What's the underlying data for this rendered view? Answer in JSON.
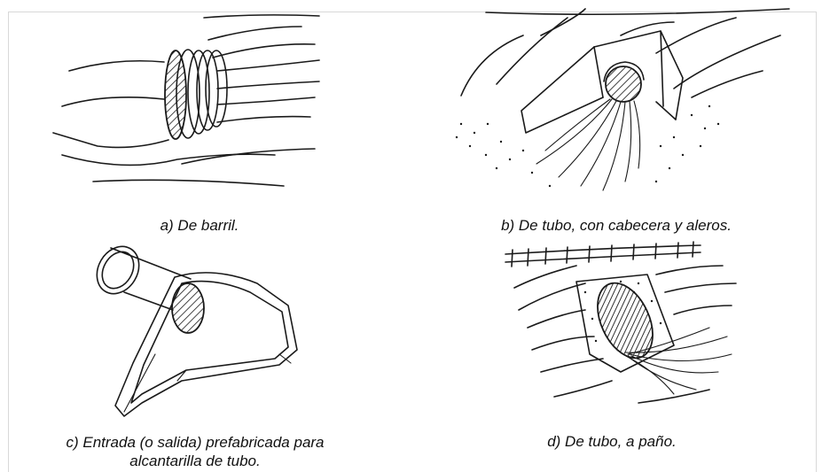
{
  "captions": {
    "a": "a) De barril.",
    "b": "b) De tubo, con cabecera y aleros.",
    "c_line1": "c) Entrada (o salida) prefabricada para",
    "c_line2": "alcantarilla de tubo.",
    "d": "d) De tubo, a paño."
  }
}
